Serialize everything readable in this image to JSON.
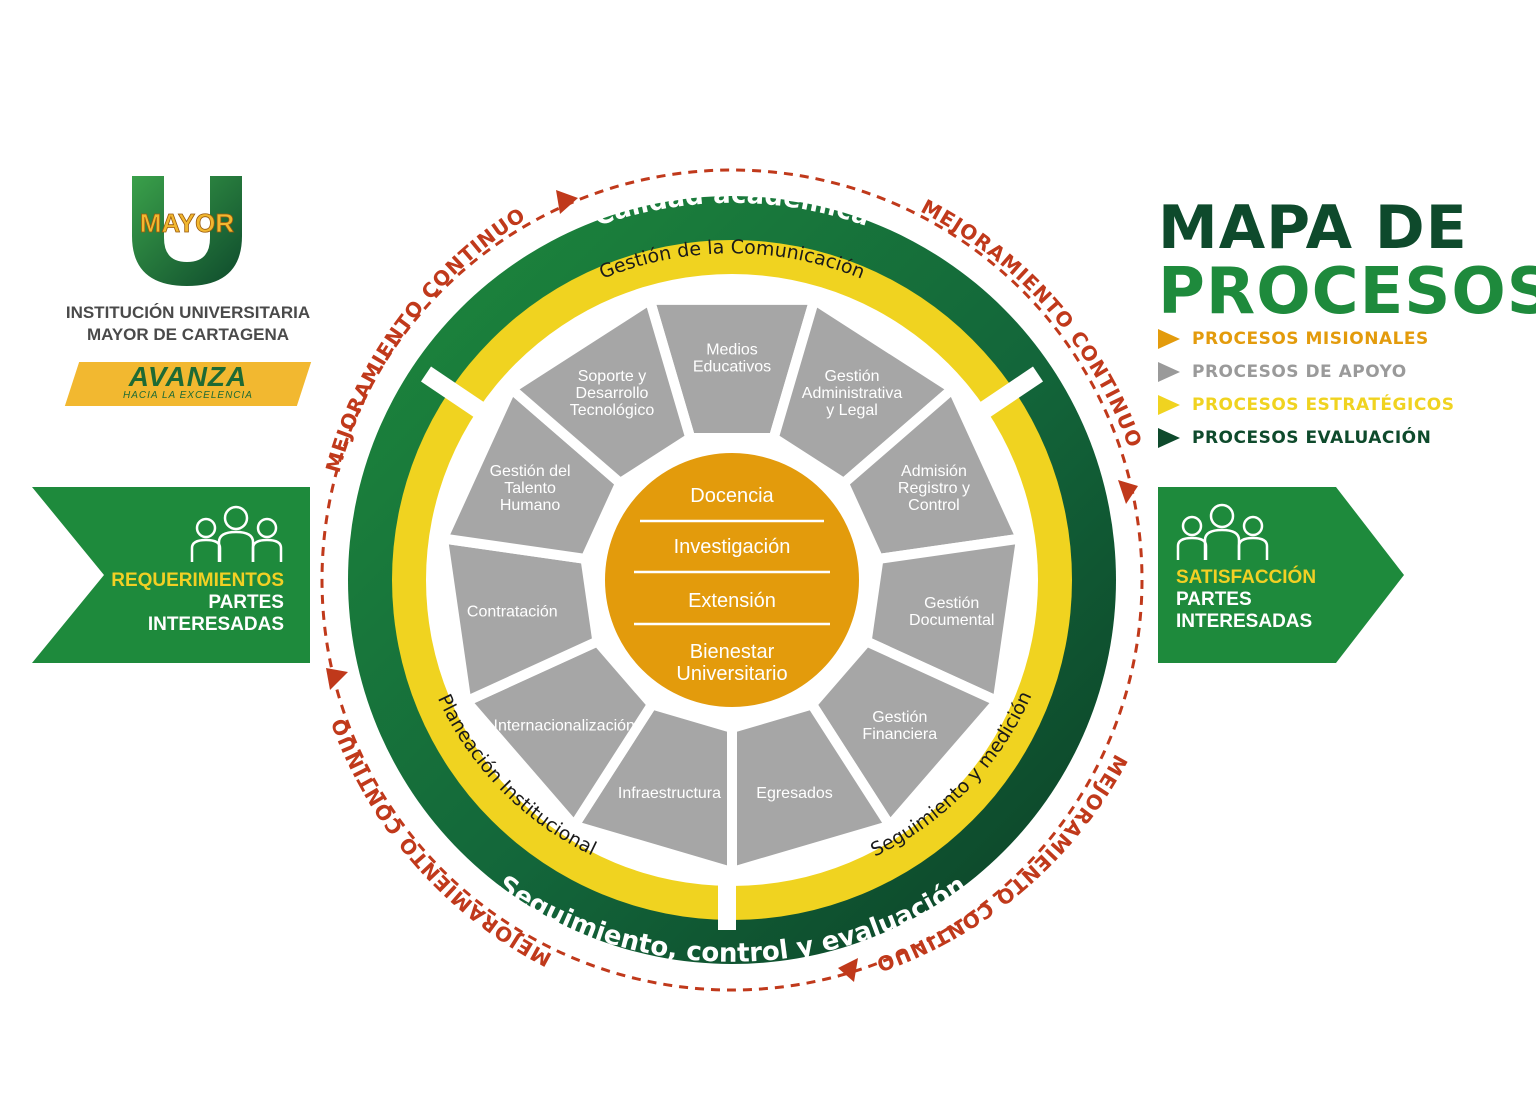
{
  "logo": {
    "letter": "U",
    "word": "MAYOR",
    "institution_line1": "INSTITUCIÓN UNIVERSITARIA",
    "institution_line2": "MAYOR DE CARTAGENA",
    "slogan": "AVANZA",
    "slogan_sub": "HACIA LA EXCELENCIA"
  },
  "title": {
    "line1": "MAPA DE",
    "line2": "PROCESOS"
  },
  "legend": [
    {
      "label": "PROCESOS MISIONALES",
      "color": "#e39b0c"
    },
    {
      "label": "PROCESOS DE APOYO",
      "color": "#9a9a9a"
    },
    {
      "label": "PROCESOS ESTRATÉGICOS",
      "color": "#f0d320"
    },
    {
      "label": "PROCESOS EVALUACIÓN",
      "color": "#0e4a2c"
    }
  ],
  "left_arrow": {
    "line1": "REQUERIMIENTOS",
    "line2": "PARTES",
    "line3": "INTERESADAS"
  },
  "right_arrow": {
    "line1": "SATISFACCIÓN",
    "line2": "PARTES",
    "line3": "INTERESADAS"
  },
  "cycle_label": "MEJORAMIENTO CONTINUO",
  "green_ring": {
    "top": "Calidad académica",
    "bottom": "Seguimiento, control y evaluación"
  },
  "yellow_ring": {
    "top": "Gestión de la Comunicación",
    "left": "Planeación Institucional",
    "right": "Seguimiento y medición"
  },
  "support_processes": [
    {
      "lines": [
        "Medios",
        "Educativos"
      ]
    },
    {
      "lines": [
        "Gestión",
        "Administrativa",
        "y Legal"
      ]
    },
    {
      "lines": [
        "Admisión",
        "Registro y",
        "Control"
      ]
    },
    {
      "lines": [
        "Gestión",
        "Documental"
      ]
    },
    {
      "lines": [
        "Gestión",
        "Financiera"
      ]
    },
    {
      "lines": [
        "Egresados"
      ]
    },
    {
      "lines": [
        "Infraestructura"
      ]
    },
    {
      "lines": [
        "Internacionalización"
      ]
    },
    {
      "lines": [
        "Contratación"
      ]
    },
    {
      "lines": [
        "Gestión del",
        "Talento",
        "Humano"
      ]
    },
    {
      "lines": [
        "Soporte y",
        "Desarrollo",
        "Tecnológico"
      ]
    }
  ],
  "core_processes": [
    {
      "lines": [
        "Docencia"
      ]
    },
    {
      "lines": [
        "Investigación"
      ]
    },
    {
      "lines": [
        "Extensión"
      ]
    },
    {
      "lines": [
        "Bienestar",
        "Universitario"
      ]
    }
  ],
  "colors": {
    "dark_green": "#0e4a2c",
    "green": "#1e8a3c",
    "yellow": "#f0d320",
    "gray": "#a6a6a6",
    "orange": "#e39b0c",
    "red": "#c0391b"
  }
}
